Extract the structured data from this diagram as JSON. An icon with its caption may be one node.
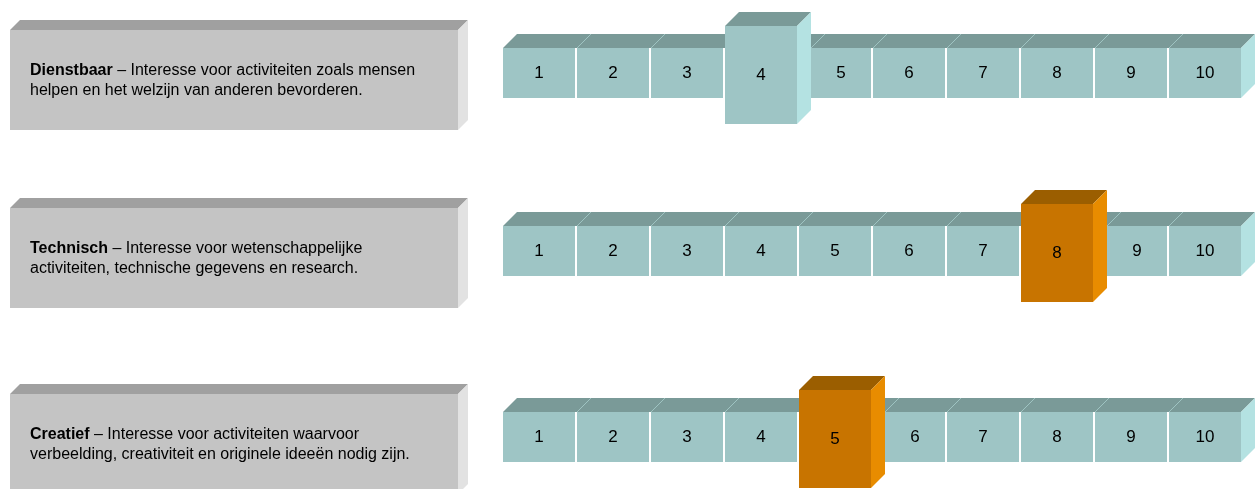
{
  "diagram": {
    "nodes": [
      {
        "text": [
          "**Dienstbaar** – Interesse voor activiteiten zoals mensen helpen en het welzijn van anderen bevorderen."
        ]
      },
      {
        "text": [
          "1"
        ]
      },
      {
        "text": [
          "2"
        ]
      },
      {
        "text": [
          "3"
        ]
      },
      {
        "text": [
          "4"
        ]
      },
      {
        "text": [
          "5"
        ]
      },
      {
        "text": [
          "6"
        ]
      },
      {
        "text": [
          "7"
        ]
      },
      {
        "text": [
          "8"
        ]
      },
      {
        "text": [
          "9"
        ]
      },
      {
        "text": [
          "10"
        ]
      },
      {
        "text": [
          "**Technisch** – Interesse voor wetenschappelijke activiteiten, technische gegevens en research."
        ]
      },
      {
        "text": [
          "1"
        ]
      },
      {
        "text": [
          "2"
        ]
      },
      {
        "text": [
          "3"
        ]
      },
      {
        "text": [
          "4"
        ]
      },
      {
        "text": [
          "5"
        ]
      },
      {
        "text": [
          "6"
        ]
      },
      {
        "text": [
          "7"
        ]
      },
      {
        "text": [
          "8"
        ]
      },
      {
        "text": [
          "9"
        ]
      },
      {
        "text": [
          "10"
        ]
      },
      {
        "text": [
          "**Creatief** – Interesse voor activiteiten waarvoor verbeelding, creativiteit en originele ideeën nodig zijn."
        ]
      },
      {
        "text": [
          "1"
        ]
      },
      {
        "text": [
          "2"
        ]
      },
      {
        "text": [
          "3"
        ]
      },
      {
        "text": [
          "4"
        ]
      },
      {
        "text": [
          "5"
        ]
      },
      {
        "text": [
          "6"
        ]
      },
      {
        "text": [
          "7"
        ]
      },
      {
        "text": [
          "8"
        ]
      },
      {
        "text": [
          "9"
        ]
      },
      {
        "text": [
          "10"
        ]
      }
    ]
  }
}
